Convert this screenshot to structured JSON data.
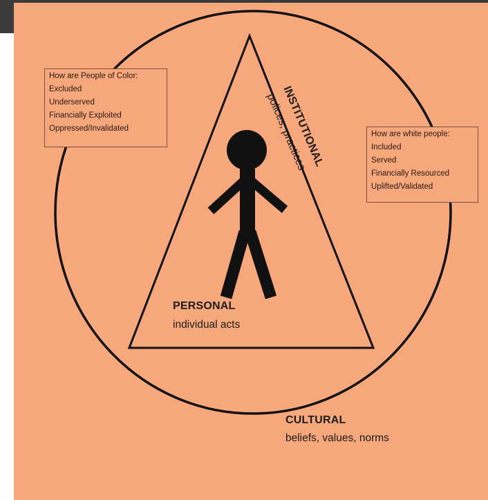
{
  "layers": {
    "cultural": {
      "title": "CULTURAL",
      "subtitle": "beliefs, values, norms"
    },
    "institutional": {
      "title": "INSTITUTIONAL",
      "subtitle": "polices, practices"
    },
    "personal": {
      "title": "PERSONAL",
      "subtitle": "individual acts"
    }
  },
  "left_box": {
    "heading": "How are People of Color:",
    "items": [
      "Excluded",
      "Underserved",
      "Financially Exploited",
      "Oppressed/Invalidated"
    ]
  },
  "right_box": {
    "heading": "How are white people:",
    "items": [
      "Included",
      "Served",
      "Financially Resourced",
      "Uplifted/Validated"
    ]
  },
  "colors": {
    "background": "#f6a77c",
    "line": "#111111",
    "top_bar": "#3b3b3b"
  },
  "icons": [
    "stick-figure-icon"
  ]
}
